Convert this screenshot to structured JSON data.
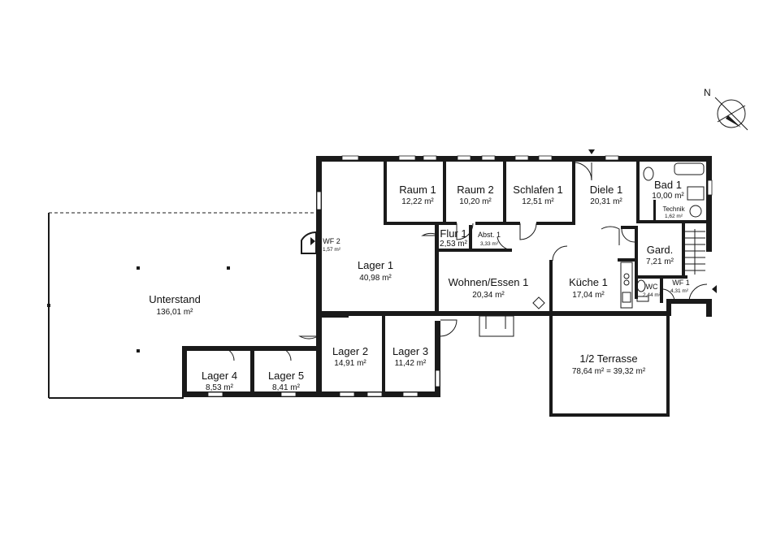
{
  "compass": {
    "label": "N"
  },
  "rooms": {
    "unterstand": {
      "name": "Unterstand",
      "area": "136,01 m²"
    },
    "lager1": {
      "name": "Lager 1",
      "area": "40,98 m²"
    },
    "wf2": {
      "name": "WF 2",
      "area": "1,57 m²"
    },
    "raum1": {
      "name": "Raum 1",
      "area": "12,22 m²"
    },
    "raum2": {
      "name": "Raum 2",
      "area": "10,20 m²"
    },
    "schlafen1": {
      "name": "Schlafen 1",
      "area": "12,51 m²"
    },
    "diele1": {
      "name": "Diele 1",
      "area": "20,31 m²"
    },
    "bad1": {
      "name": "Bad 1",
      "area": "10,00 m²"
    },
    "technik": {
      "name": "Technik",
      "area": "1,62 m²"
    },
    "flur1": {
      "name": "Flur 1",
      "area": "2,53 m²"
    },
    "abst1": {
      "name": "Abst. 1",
      "area": "3,33 m²"
    },
    "gard": {
      "name": "Gard.",
      "area": "7,21 m²"
    },
    "wohnen": {
      "name": "Wohnen/Essen 1",
      "area": "20,34 m²"
    },
    "kueche1": {
      "name": "Küche 1",
      "area": "17,04 m²"
    },
    "wc": {
      "name": "WC",
      "area": "2,44 m²"
    },
    "wf1": {
      "name": "WF 1",
      "area": "4,31 m²"
    },
    "lager2": {
      "name": "Lager 2",
      "area": "14,91 m²"
    },
    "lager3": {
      "name": "Lager 3",
      "area": "11,42 m²"
    },
    "lager4": {
      "name": "Lager 4",
      "area": "8,53 m²"
    },
    "lager5": {
      "name": "Lager 5",
      "area": "8,41 m²"
    },
    "terrasse": {
      "name": "1/2 Terrasse",
      "area": "78,64 m² = 39,32 m²"
    }
  }
}
